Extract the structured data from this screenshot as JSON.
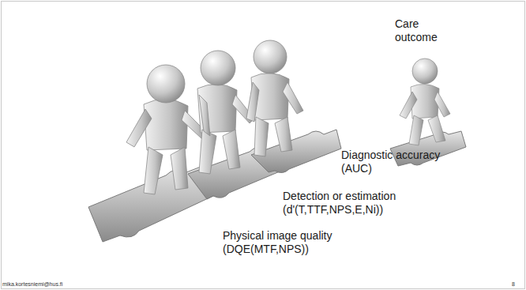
{
  "diagram": {
    "labels": [
      "Care outcome",
      "Diagnostic accuracy (AUC)",
      "Detection or estimation (d'(T,TTF,NPS,E,Ni))",
      "Physical image quality (DQE(MTF,NPS))",
      "mika.kortesniemi@hus.fi",
      "8"
    ]
  }
}
